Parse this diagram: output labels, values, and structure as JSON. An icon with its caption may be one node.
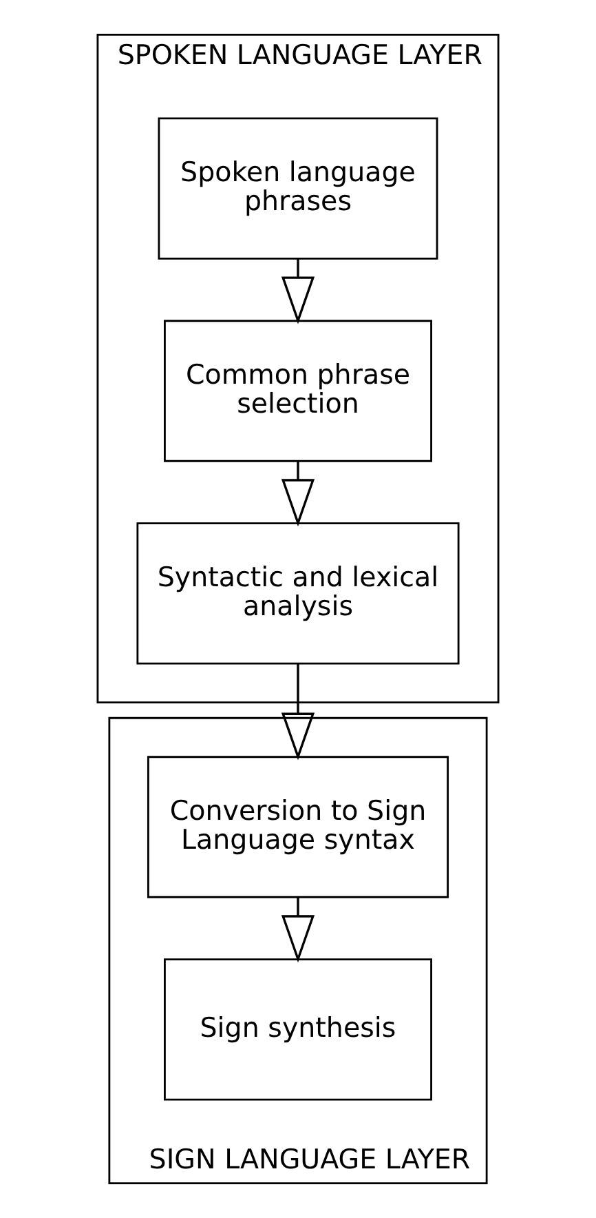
{
  "diagram": {
    "nodes": [
      {
        "text": [
          "SPOKEN LANGUAGE LAYER"
        ]
      },
      {
        "text": [
          "Spoken language phrases"
        ],
        "in": 0
      },
      {
        "text": [
          "Common phrase selection"
        ],
        "in": 0
      },
      {
        "text": [
          "Syntactic and lexical analysis"
        ],
        "in": 0
      },
      {
        "text": [
          "SIGN LANGUAGE LAYER"
        ]
      },
      {
        "text": [
          "Conversion to Sign Language syntax"
        ],
        "in": 4
      },
      {
        "text": [
          "Sign synthesis"
        ],
        "in": 4
      }
    ],
    "edges": [
      {
        "from": 1,
        "to": 2,
        "arrow": "to"
      },
      {
        "from": 2,
        "to": 3,
        "arrow": "to"
      },
      {
        "from": 3,
        "to": 5,
        "arrow": "to"
      },
      {
        "from": 5,
        "to": 6,
        "arrow": "to"
      }
    ]
  }
}
